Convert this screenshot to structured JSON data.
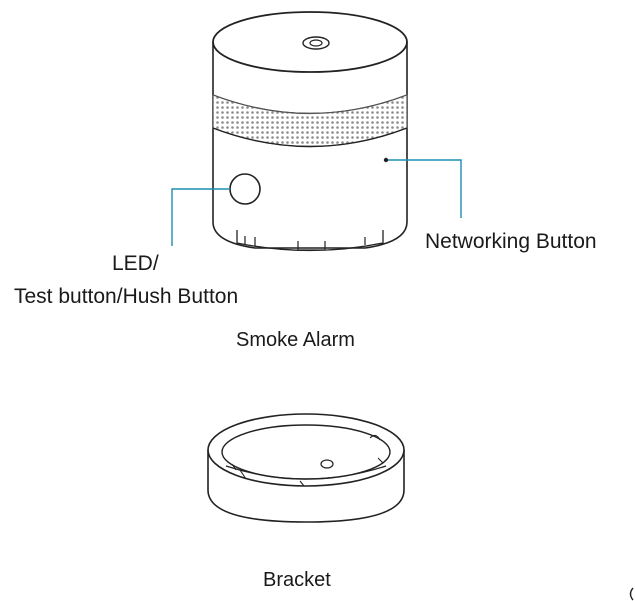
{
  "labels": {
    "led": "LED/",
    "test_hush": "Test button/Hush Button",
    "networking": "Networking Button",
    "smoke_alarm": "Smoke Alarm",
    "bracket": "Bracket"
  },
  "colors": {
    "outline": "#222222",
    "callout_line": "#1e8fb0",
    "mesh": "#9a9a9a",
    "background": "#ffffff"
  }
}
